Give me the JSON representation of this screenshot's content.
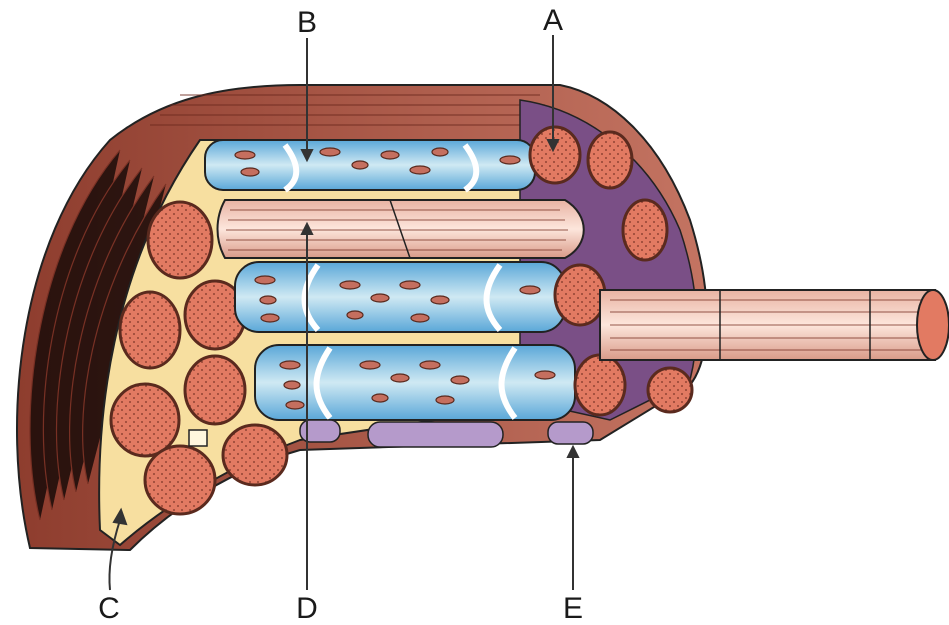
{
  "labels": {
    "a": "A",
    "b": "B",
    "c": "C",
    "d": "D",
    "e": "E"
  },
  "colors": {
    "epimysium": "#b45c4a",
    "epimysium_dark": "#7a3326",
    "fascicle_fill": "#e27a62",
    "fascicle_border": "#5a2a1e",
    "connective_tissue": "#f7dfa0",
    "cartilage_blue": "#a9d6ea",
    "cartilage_dark": "#4a8fc0",
    "nucleus": "#c56f5f",
    "lipid_purple": "#b59acb",
    "fiber_pink": "#f4c8b8",
    "outline": "#222222"
  }
}
